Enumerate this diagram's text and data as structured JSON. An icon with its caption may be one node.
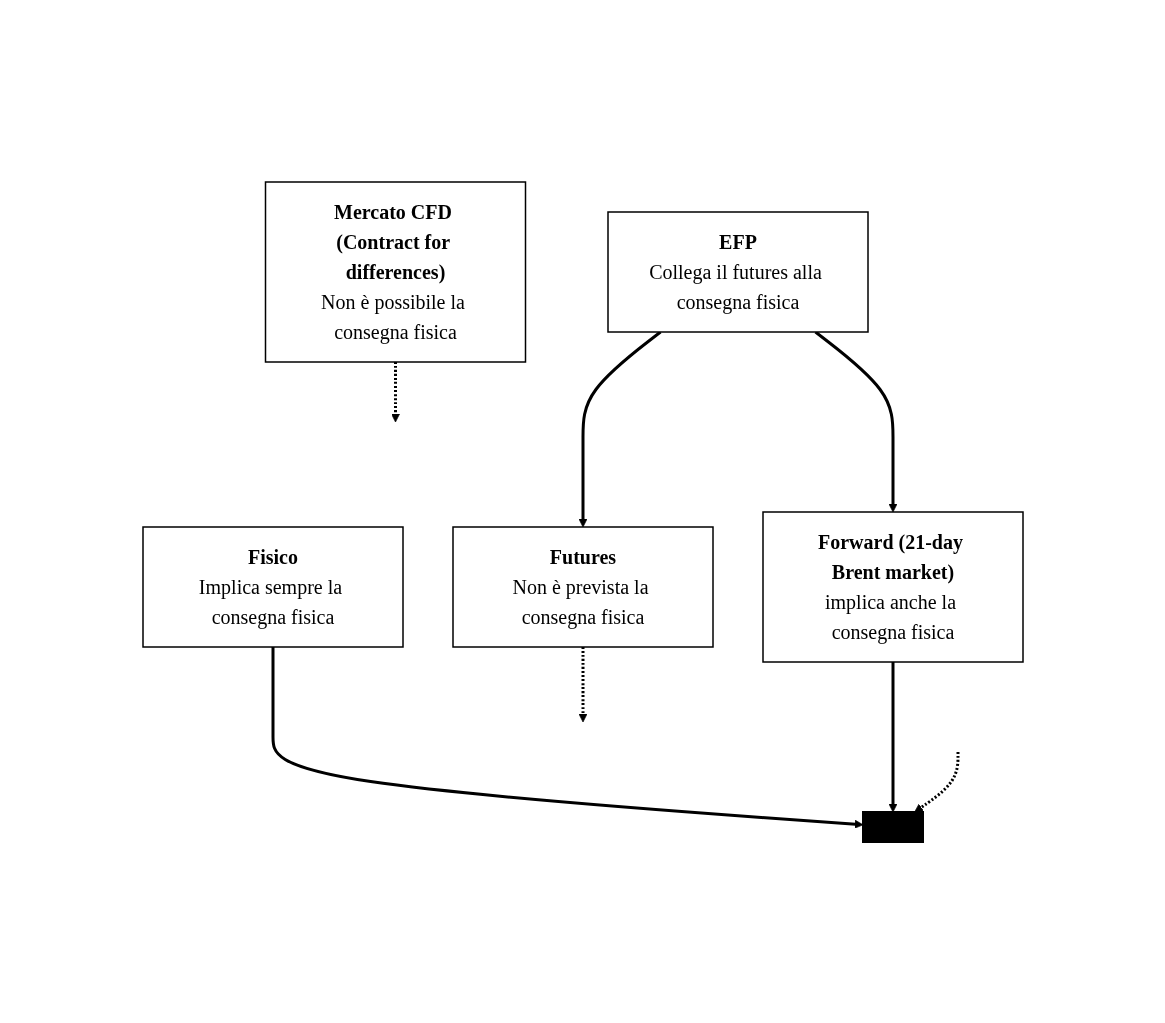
{
  "diagram": {
    "nodes": [
      {
        "text": [
          "Fisico",
          "Implica sempre la consegna fisica"
        ]
      },
      {
        "text": [
          "Forward (21-day Brent market)",
          "implica anche la consegna fisica"
        ]
      },
      {
        "text": [
          "EFP",
          "Collega il futures alla consegna fisica"
        ]
      },
      {
        "text": [
          "Futures",
          "Non è prevista la consegna fisica"
        ]
      },
      {
        "text": [
          "Mercato CFD (Contract for differences)",
          "Non è possibile la consegna fisica"
        ]
      },
      {
        "text": [],
        "shape": "bar"
      }
    ],
    "edges": [
      {
        "from": 0,
        "to": 5,
        "arrow": "to"
      },
      {
        "from": 1,
        "to": 5,
        "arrow": "to"
      },
      {
        "from": null,
        "to": 5,
        "arrow": "to",
        "style": "dashed"
      },
      {
        "from": 2,
        "to": 1,
        "arrow": "to"
      },
      {
        "from": 2,
        "to": 3,
        "arrow": "to"
      },
      {
        "from": 3,
        "to": null,
        "arrow": "to",
        "style": "dashed"
      },
      {
        "from": 4,
        "to": null,
        "arrow": "to",
        "style": "dashed"
      }
    ]
  }
}
